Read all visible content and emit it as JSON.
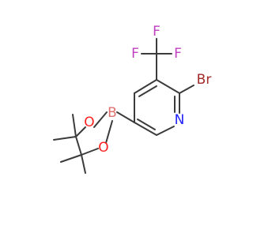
{
  "molecule": {
    "atoms": {
      "fluorine_top": "F",
      "fluorine_left": "F",
      "fluorine_right": "F",
      "bromine": "Br",
      "nitrogen": "N",
      "boron": "B",
      "oxygen_upper": "O",
      "oxygen_lower": "O"
    }
  },
  "colors": {
    "bond": "#3b3b3b",
    "fluorine": "#c040c0",
    "bromine": "#a52a2a",
    "nitrogen": "#2020ff",
    "boron": "#e07070",
    "oxygen": "#ff2020"
  }
}
